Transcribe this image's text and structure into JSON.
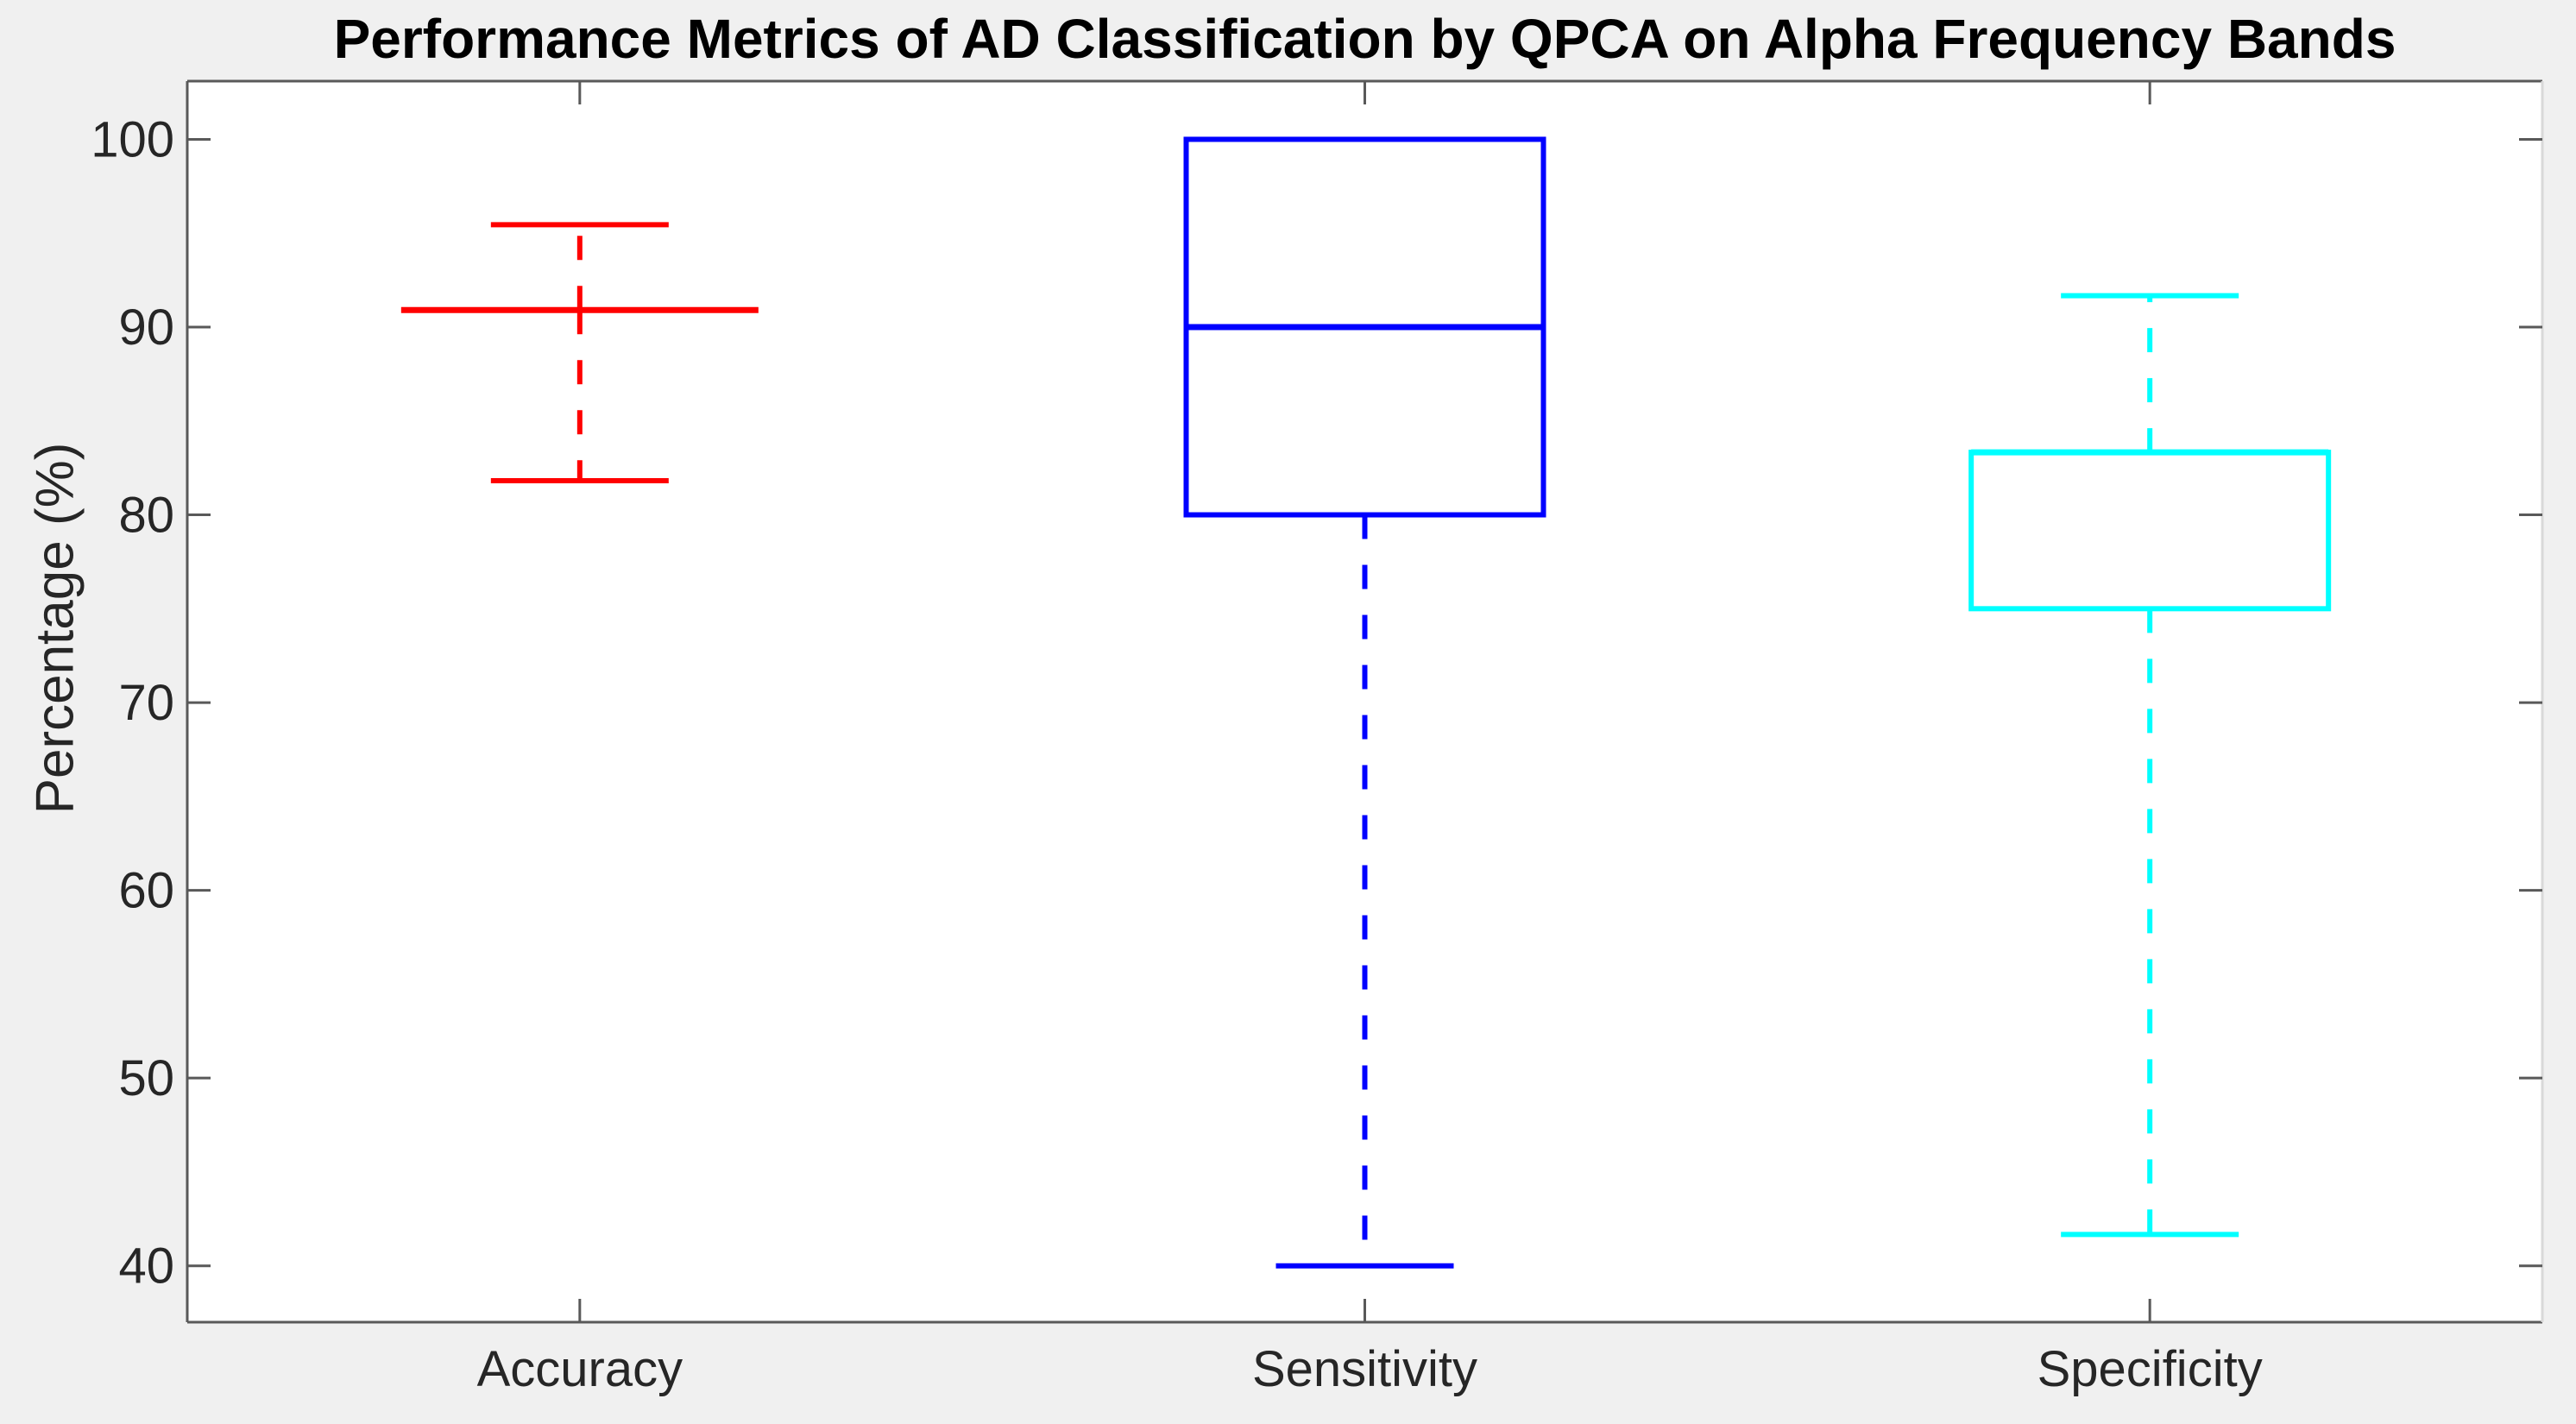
{
  "title": "Performance Metrics of AD Classification by QPCA on Alpha Frequency Bands",
  "ylabel": "Percentage (%)",
  "chart_data": {
    "type": "boxplot",
    "title": "Performance Metrics of AD Classification by QPCA on Alpha Frequency Bands",
    "xlabel": "",
    "ylabel": "Percentage (%)",
    "categories": [
      "Accuracy",
      "Sensitivity",
      "Specificity"
    ],
    "series": [
      {
        "name": "Accuracy",
        "color": "#ff0000",
        "median": 90.91,
        "q1": 90.91,
        "q3": 90.91,
        "whisker_low": 81.82,
        "whisker_high": 95.45
      },
      {
        "name": "Sensitivity",
        "color": "#0000ff",
        "median": 90.0,
        "q1": 80.0,
        "q3": 100.0,
        "whisker_low": 40.0,
        "whisker_high": 100.0
      },
      {
        "name": "Specificity",
        "color": "#00ffff",
        "median": 83.33,
        "q1": 75.0,
        "q3": 83.33,
        "whisker_low": 41.67,
        "whisker_high": 91.67
      }
    ],
    "yticks": [
      40,
      50,
      60,
      70,
      80,
      90,
      100
    ],
    "ylim": [
      37.0,
      103.1
    ],
    "grid": false,
    "legend": null
  },
  "colors": {
    "figure_background": "#f0f0f0",
    "plot_background": "#ffffff",
    "axis": "#595959",
    "axis_right": "#d9d9d9",
    "text": "#262626",
    "title": "#000000"
  }
}
